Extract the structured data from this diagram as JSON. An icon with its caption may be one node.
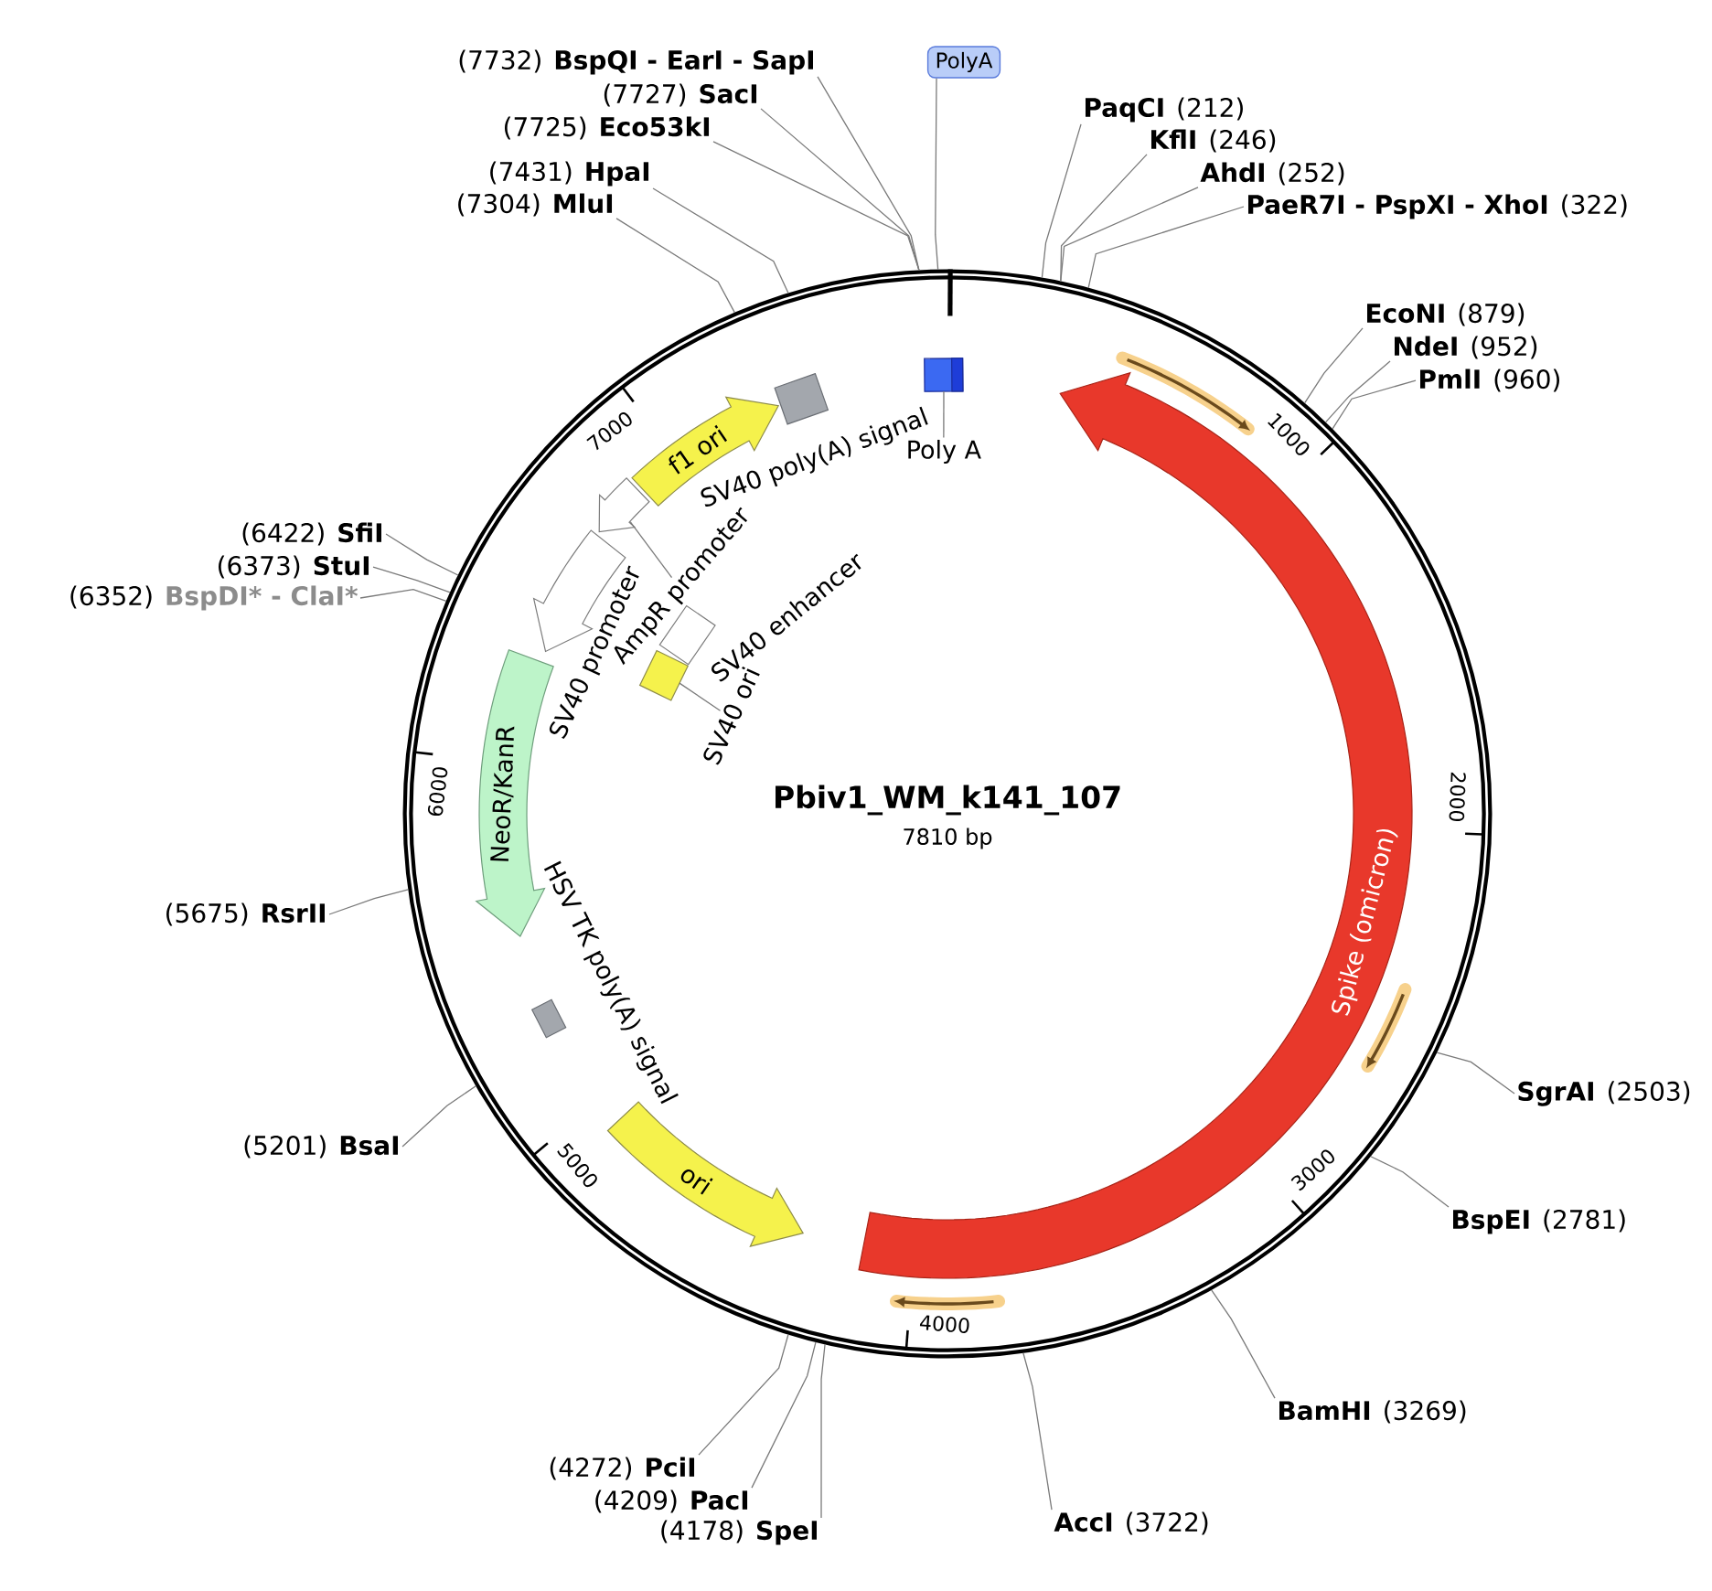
{
  "diagram": {
    "nodes": [
      {
        "text": [
          "Pbiv1_WM_k141_107",
          "7810 bp"
        ]
      },
      {
        "text": [
          "(7732)",
          "BspQI - EarI - SapI"
        ]
      },
      {
        "text": [
          "PolyA"
        ]
      },
      {
        "text": [
          "(7727)",
          "SacI"
        ]
      },
      {
        "text": [
          "PaqCI",
          "(212)"
        ]
      },
      {
        "text": [
          "(7725)",
          "Eco53kI"
        ]
      },
      {
        "text": [
          "KflI",
          "(246)"
        ]
      },
      {
        "text": [
          "AhdI",
          "(252)"
        ]
      },
      {
        "text": [
          "(7431)",
          "HpaI"
        ]
      },
      {
        "text": [
          "PaeR7I - PspXI - XhoI",
          "(322)"
        ]
      },
      {
        "text": [
          "(7304)",
          "MluI"
        ]
      },
      {
        "text": [
          "EcoNI",
          "(879)"
        ]
      },
      {
        "text": [
          "NdeI",
          "(952)"
        ]
      },
      {
        "text": [
          "PmlI",
          "(960)"
        ]
      },
      {
        "text": [
          "(6422)",
          "SfiI"
        ]
      },
      {
        "text": [
          "(6373)",
          "StuI"
        ]
      },
      {
        "text": [
          "(6352)",
          "BspDI* - ClaI*"
        ]
      },
      {
        "text": [
          "(5675)",
          "RsrII"
        ]
      },
      {
        "text": [
          "SgrAI",
          "(2503)"
        ]
      },
      {
        "text": [
          "(5201)",
          "BsaI"
        ]
      },
      {
        "text": [
          "BspEI",
          "(2781)"
        ]
      },
      {
        "text": [
          "BamHI",
          "(3269)"
        ]
      },
      {
        "text": [
          "(4272)",
          "PciI"
        ]
      },
      {
        "text": [
          "(4209)",
          "PacI"
        ]
      },
      {
        "text": [
          "AccI",
          "(3722)"
        ]
      },
      {
        "text": [
          "(4178)",
          "SpeI"
        ]
      },
      {
        "text": [],
        "shape": "box",
        "in": 0
      },
      {
        "text": [
          "Poly A"
        ],
        "in": 0
      },
      {
        "text": [
          "f1 ori"
        ],
        "in": 0
      },
      {
        "text": [],
        "shape": "box",
        "beside": [
          "SV40 poly(A) signal"
        ],
        "in": 0
      },
      {
        "text": [
          "Spike (omicron)"
        ],
        "in": 0
      },
      {
        "text": [],
        "shape": "arrow",
        "in": 0
      },
      {
        "text": [
          "AmpR promoter"
        ],
        "in": 0
      },
      {
        "text": [],
        "shape": "arrow",
        "beside": [
          "SV40 promoter"
        ],
        "in": 0
      },
      {
        "text": [],
        "shape": "box",
        "beside": [
          "SV40 enhancer"
        ],
        "in": 0
      },
      {
        "text": [],
        "shape": "box",
        "in": 0
      },
      {
        "text": [
          "SV40 ori"
        ],
        "in": 0
      },
      {
        "text": [
          "NeoR/KanR"
        ],
        "in": 0
      },
      {
        "text": [],
        "shape": "box",
        "beside": [
          "HSV TK poly(A) signal"
        ],
        "in": 0
      },
      {
        "text": [
          "ori"
        ],
        "in": 0
      }
    ],
    "edges": [
      {
        "from": 1,
        "to": 0,
        "arrow": "none"
      },
      {
        "from": 2,
        "to": 0,
        "arrow": "none"
      },
      {
        "from": 3,
        "to": 0,
        "arrow": "none"
      },
      {
        "from": 4,
        "to": 0,
        "arrow": "none"
      },
      {
        "from": 5,
        "to": 0,
        "arrow": "none"
      },
      {
        "from": 6,
        "to": 0,
        "arrow": "none"
      },
      {
        "from": 7,
        "to": 0,
        "arrow": "none"
      },
      {
        "from": 8,
        "to": 0,
        "arrow": "none"
      },
      {
        "from": 9,
        "to": 0,
        "arrow": "none"
      },
      {
        "from": 10,
        "to": 0,
        "arrow": "none"
      },
      {
        "from": 11,
        "to": 0,
        "arrow": "none"
      },
      {
        "from": 12,
        "to": 0,
        "arrow": "none"
      },
      {
        "from": 13,
        "to": 0,
        "arrow": "none"
      },
      {
        "from": 14,
        "to": 0,
        "arrow": "none"
      },
      {
        "from": 15,
        "to": 0,
        "arrow": "none"
      },
      {
        "from": 16,
        "to": 0,
        "arrow": "none"
      },
      {
        "from": 17,
        "to": 0,
        "arrow": "none"
      },
      {
        "from": 18,
        "to": 0,
        "arrow": "none"
      },
      {
        "from": 19,
        "to": 0,
        "arrow": "none"
      },
      {
        "from": 20,
        "to": 0,
        "arrow": "none"
      },
      {
        "from": 21,
        "to": 0,
        "arrow": "none"
      },
      {
        "from": 22,
        "to": 0,
        "arrow": "none"
      },
      {
        "from": 23,
        "to": 0,
        "arrow": "none"
      },
      {
        "from": 24,
        "to": 0,
        "arrow": "none"
      },
      {
        "from": 25,
        "to": 0,
        "arrow": "none"
      },
      {
        "from": 27,
        "to": 26,
        "arrow": "none"
      },
      {
        "from": 32,
        "to": 31,
        "arrow": "none"
      },
      {
        "from": 36,
        "to": 35,
        "arrow": "none"
      }
    ],
    "labels": [
      "7000",
      "1000",
      "6000",
      "2000",
      "5000",
      "3000",
      "4000"
    ]
  }
}
